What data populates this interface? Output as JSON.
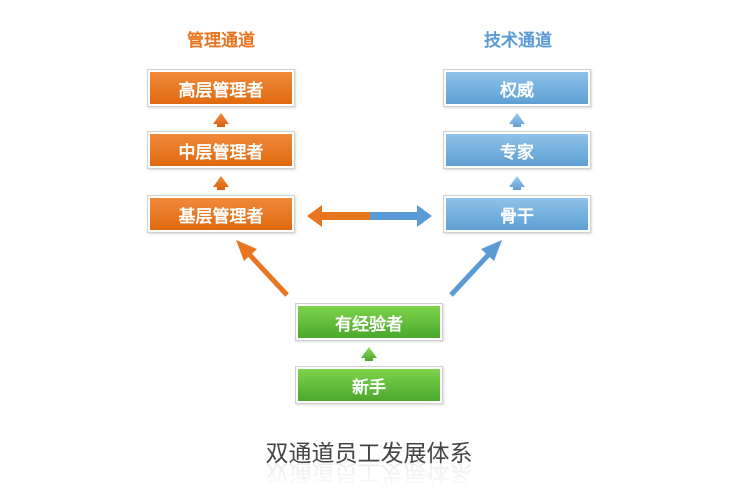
{
  "lanes": {
    "management": {
      "title": "管理通道",
      "color": "#e8751f"
    },
    "technical": {
      "title": "技术通道",
      "color": "#5b9bd5"
    }
  },
  "boxes": {
    "mgmt_senior": "高层管理者",
    "mgmt_middle": "中层管理者",
    "mgmt_base": "基层管理者",
    "tech_authority": "权威",
    "tech_expert": "专家",
    "tech_backbone": "骨干",
    "experienced": "有经验者",
    "newcomer": "新手"
  },
  "colors": {
    "orange": "#e8751f",
    "blue": "#5b9bd5",
    "green": "#5cb83a"
  },
  "caption": "双通道员工发展体系"
}
